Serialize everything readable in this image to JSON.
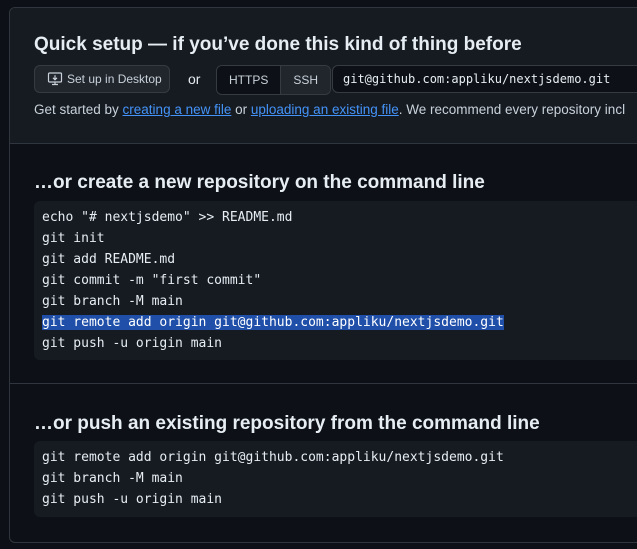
{
  "quick_setup": {
    "title": "Quick setup — if you’ve done this kind of thing before",
    "desktop_label": "Set up in Desktop",
    "or": "or",
    "protocols": [
      "HTTPS",
      "SSH"
    ],
    "active_protocol": "SSH",
    "clone_url": "git@github.com:appliku/nextjsdemo.git",
    "started_prefix": "Get started by ",
    "link_new_file": "creating a new file",
    "started_or": " or ",
    "link_upload": "uploading an existing file",
    "started_suffix": ". We recommend every repository incl"
  },
  "create_section": {
    "title": "…or create a new repository on the command line",
    "lines": [
      "echo \"# nextjsdemo\" >> README.md",
      "git init",
      "git add README.md",
      "git commit -m \"first commit\"",
      "git branch -M main",
      "git remote add origin git@github.com:appliku/nextjsdemo.git",
      "git push -u origin main"
    ],
    "highlighted_line": 5
  },
  "push_section": {
    "title": "…or push an existing repository from the command line",
    "lines": [
      "git remote add origin git@github.com:appliku/nextjsdemo.git",
      "git branch -M main",
      "git push -u origin main"
    ]
  },
  "colors": {
    "accent_link": "#4493f8",
    "selection": "#1f4fa8",
    "panel_bg": "#161b22",
    "page_bg": "#0d1117"
  }
}
